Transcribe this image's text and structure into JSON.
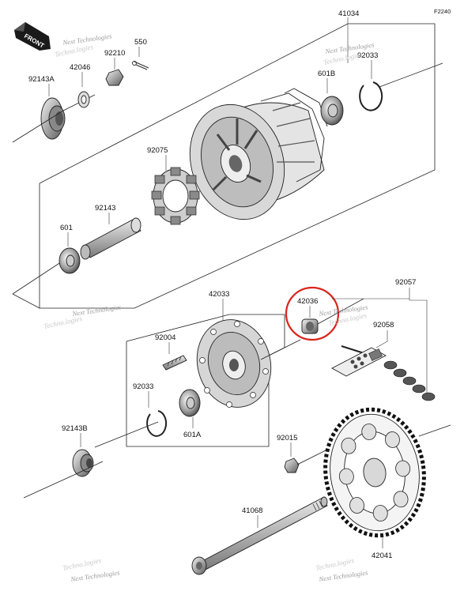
{
  "figure_code": "F2240",
  "front_label": "FRONT",
  "watermark": {
    "line1": "Next Technologies",
    "line2": "Techno.logies"
  },
  "parts": {
    "p41034": "41034",
    "p550": "550",
    "p92210": "92210",
    "p92143a": "92143A",
    "p42046": "42046",
    "p601b": "601B",
    "p92033": "92033",
    "p92075": "92075",
    "p92143": "92143",
    "p601": "601",
    "p42033": "42033",
    "p42036": "42036",
    "p92057": "92057",
    "p92058": "92058",
    "p92004": "92004",
    "p92033b": "92033",
    "p601a": "601A",
    "p92143b": "92143B",
    "p92015": "92015",
    "p41068": "41068",
    "p42041": "42041"
  },
  "highlight_color": "#d9261c"
}
